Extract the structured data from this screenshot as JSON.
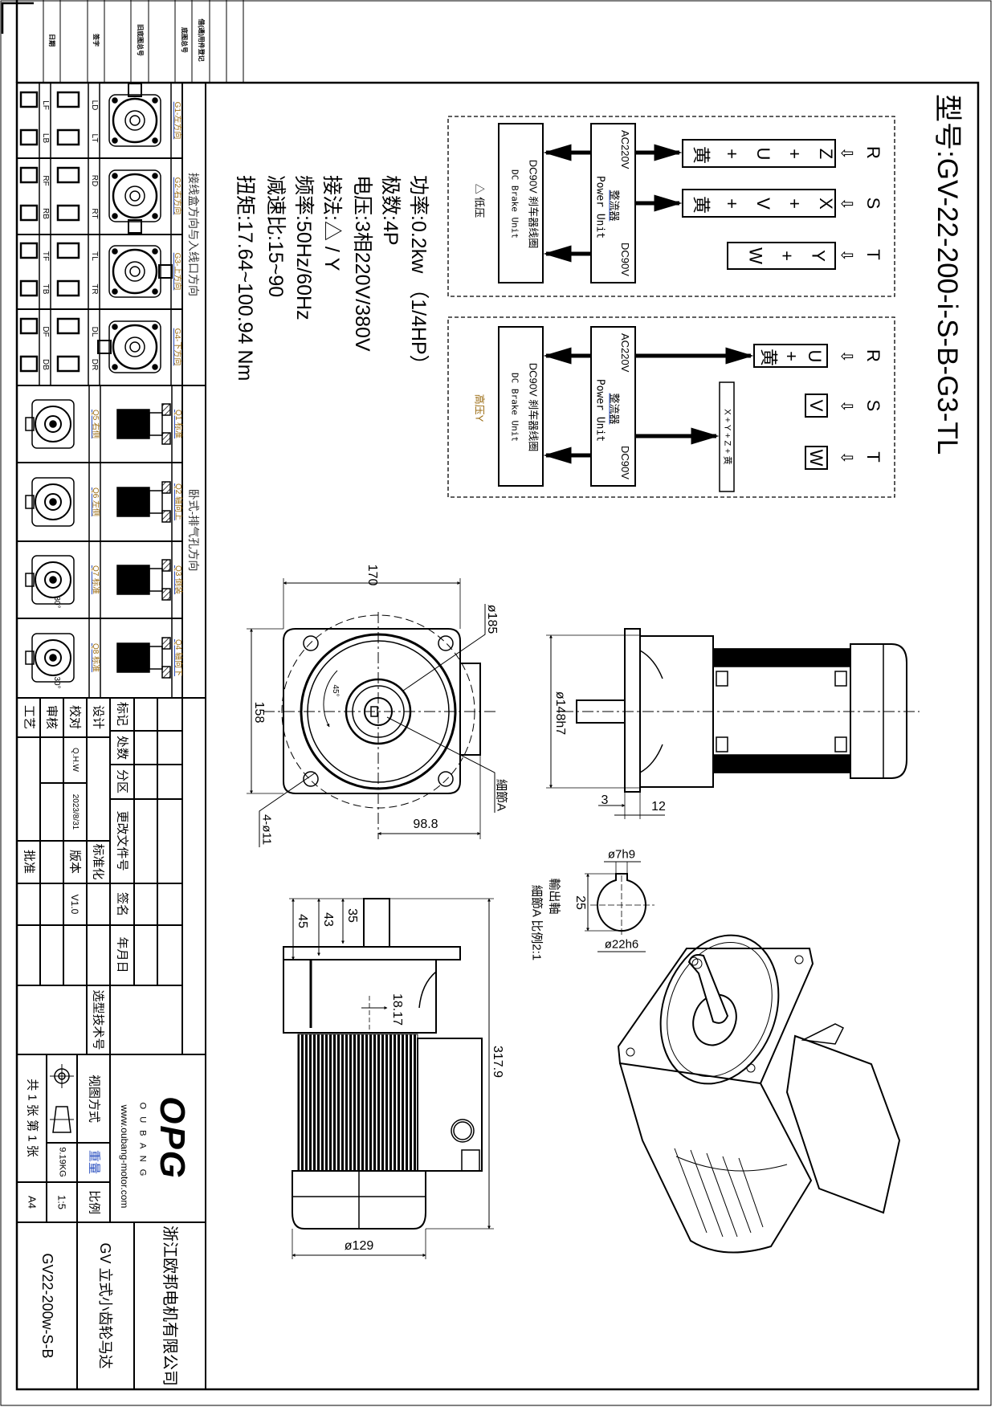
{
  "colors": {
    "line": "#000000",
    "label_accent": "#9a6a10",
    "underline": "#2a4fbf"
  },
  "header_strip": {
    "labels": [
      "日期",
      "签字",
      "旧底图总号",
      "底图总号",
      "借(通)用件登记"
    ]
  },
  "title": "型号:GV-22-200-i-S-B-G3-TL",
  "wiring": {
    "low": {
      "terminals": [
        "R",
        "S",
        "T"
      ],
      "arrow_icon": "⇦",
      "groups": [
        "Z+U+黄",
        "X+V+黄",
        "Y+W"
      ],
      "rectifier": {
        "ac": "AC220V",
        "dc": "DC90V",
        "name_cn": "整流器",
        "name_en": "Power Unit"
      },
      "brake": {
        "label_cn": "DC90V  刹车器线圈",
        "label_en": "DC Brake Unit"
      },
      "mode": "△ 低压"
    },
    "high": {
      "terminals": [
        "R",
        "S",
        "T"
      ],
      "groups": [
        "U+黄",
        "V",
        "W",
        "X + Y + Z + 黄"
      ],
      "rectifier": {
        "ac": "AC220V",
        "dc": "DC90V",
        "name_cn": "整流器",
        "name_en": "Power Unit"
      },
      "brake": {
        "label_cn": "DC90V  刹车器线圈",
        "label_en": "DC Brake Unit"
      },
      "mode": "高压Y"
    }
  },
  "specs": [
    "功率:0.2kw （1/4HP）",
    "极数:4P",
    "电压:3相220V/380V",
    "接法:△ / Y",
    "频率:50Hz/60Hz",
    "减速比:15~90",
    "扭矩:17.64~100.94 Nm"
  ],
  "dims": {
    "front_width": "170",
    "front_height": "158",
    "pcd": "ø185",
    "angle": "45°",
    "detail_ref": "細節A",
    "holes": "4-ø11",
    "offset": "98.8",
    "spigot": "ø148h7",
    "d3": "3",
    "d12": "12",
    "key": "ø7h9",
    "key_height": "25",
    "shaft": "ø22h6",
    "output_shaft": "輸出軸",
    "detail_title": "細節A 比例2:1",
    "l45": "45",
    "l43": "43",
    "l35": "35",
    "l1817": "18.17",
    "total_length": "317.9",
    "motor_dia": "ø129"
  },
  "icon_table": {
    "group_label_1": "接线盒方向与入线口方向",
    "group_label_2": "卧式-排气孔方向",
    "g_rows": [
      {
        "label": "G1-左方向",
        "codes": [
          "LD",
          "LT",
          "LF",
          "LB"
        ]
      },
      {
        "label": "G2-右方向",
        "codes": [
          "RD",
          "RT",
          "RF",
          "RB"
        ]
      },
      {
        "label": "G3-上方向",
        "codes": [
          "TL",
          "TR",
          "TF",
          "TB"
        ]
      },
      {
        "label": "G4-下方向",
        "codes": [
          "DL",
          "DR",
          "DF",
          "DB"
        ]
      }
    ],
    "q_rows": [
      {
        "label": "Q1 标准",
        "label2": "Q5 右侧"
      },
      {
        "label": "Q2 轴向上",
        "label2": "Q6 左侧"
      },
      {
        "label": "Q3 倒装",
        "label2": "Q7 标准"
      },
      {
        "label": "Q4 轴向下",
        "label2": "Q8 标准"
      }
    ],
    "angle_30": "30°"
  },
  "title_block": {
    "mark": "标记",
    "count": "处数",
    "zone": "分区",
    "change_doc": "更改文件号",
    "sign": "签名",
    "date": "年月日",
    "design": "设计",
    "standardize": "标准化",
    "selection_no": "选型技术号",
    "check": "校对",
    "checker": "Q.H.W",
    "check_date": "2023/8/31",
    "version_label": "版本",
    "version": "V1.0",
    "review": "审核",
    "process": "工艺",
    "approve": "批准",
    "view_method": "视图方式",
    "weight_label": "重量",
    "weight": "9.19KG",
    "scale_label": "比例",
    "scale": "1:5",
    "sheets": "共 1 张 第 1 张",
    "paper": "A4",
    "logo": "OPG",
    "brand": "O U B A N G",
    "url": "www.oubang-motor.com",
    "company": "浙江欧邦电机有限公司",
    "product": "GV  立式小齿轮马达",
    "drawing_no": "GV22-200w-S-B"
  }
}
